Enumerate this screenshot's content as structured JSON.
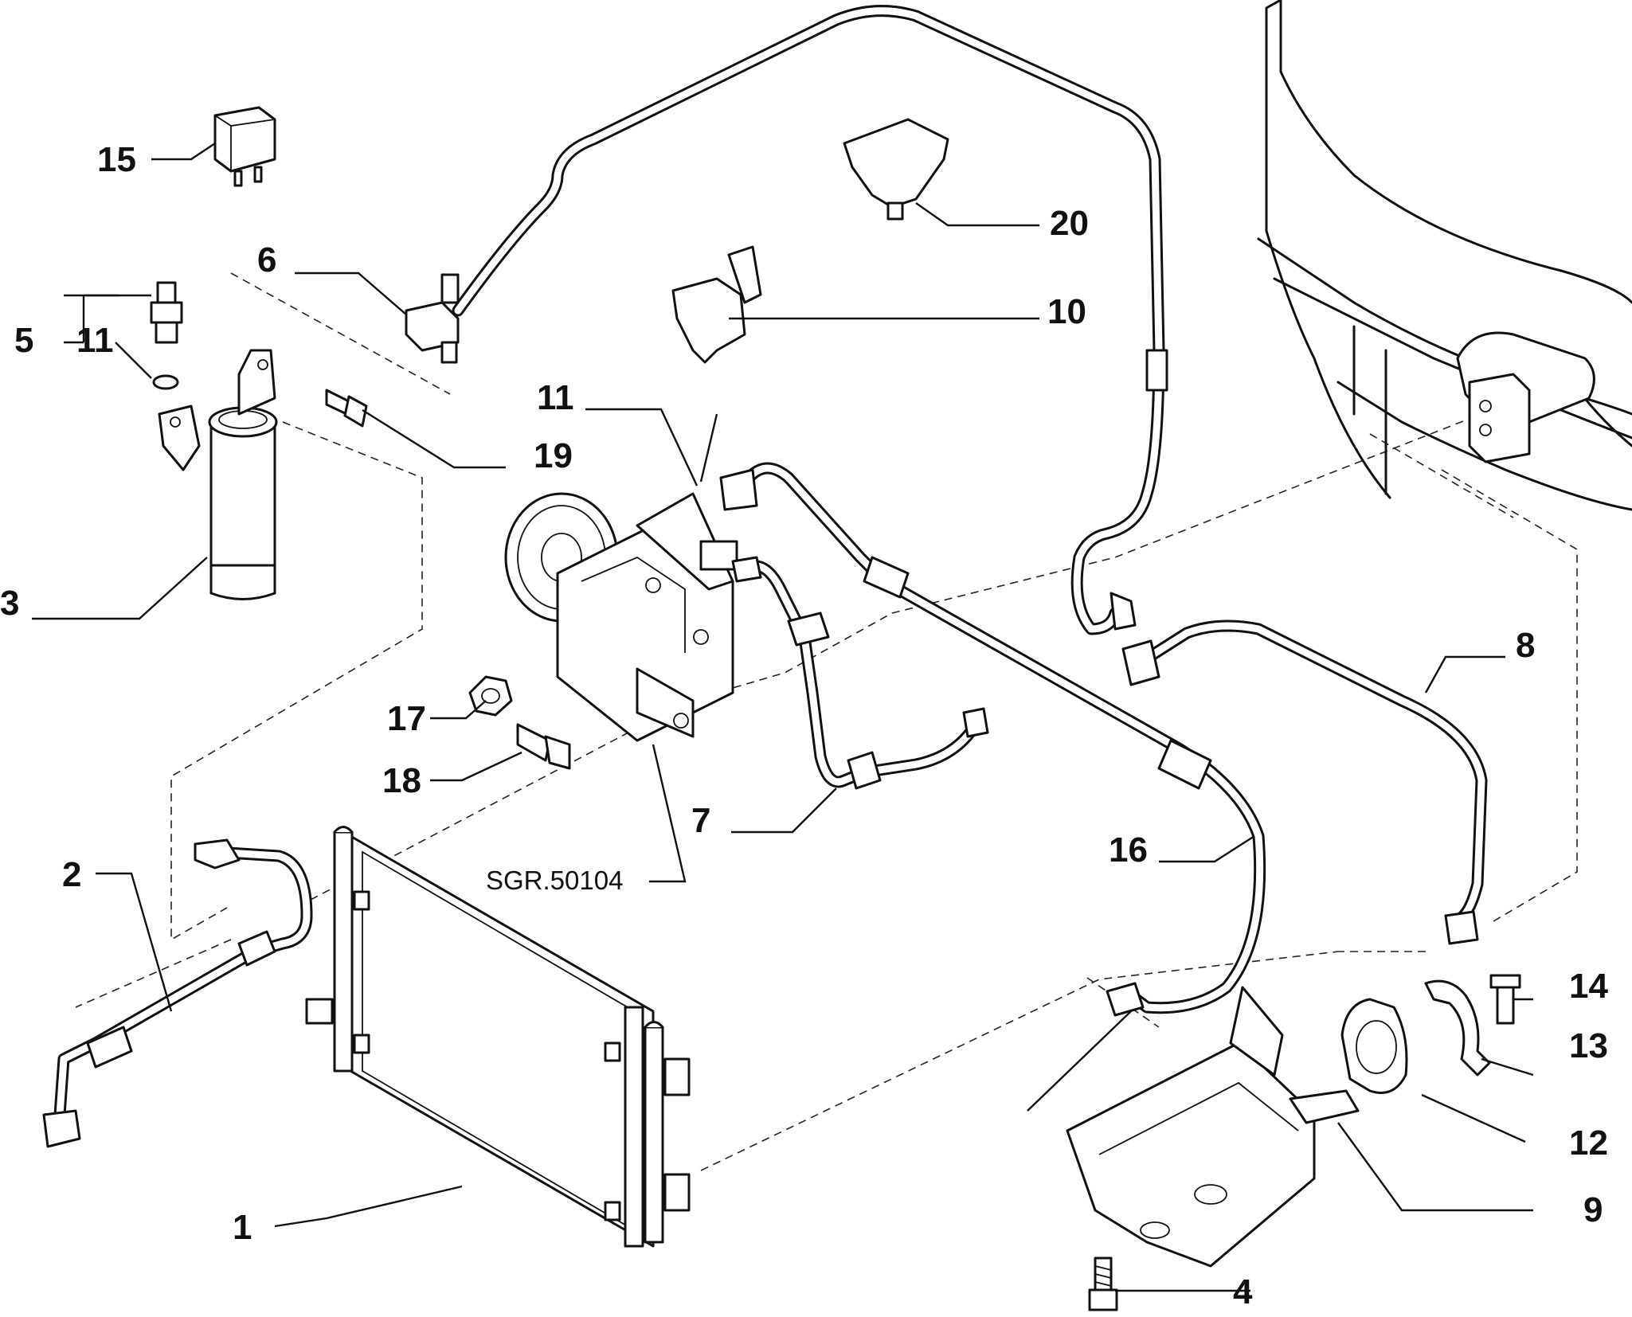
{
  "reference_code": "SGR.50104",
  "callouts": [
    {
      "id": "c1",
      "label": "1"
    },
    {
      "id": "c2",
      "label": "2"
    },
    {
      "id": "c3",
      "label": "3"
    },
    {
      "id": "c4",
      "label": "4"
    },
    {
      "id": "c5",
      "label": "5"
    },
    {
      "id": "c6",
      "label": "6"
    },
    {
      "id": "c7",
      "label": "7"
    },
    {
      "id": "c8",
      "label": "8"
    },
    {
      "id": "c9",
      "label": "9"
    },
    {
      "id": "c10",
      "label": "10"
    },
    {
      "id": "c11a",
      "label": "11"
    },
    {
      "id": "c11b",
      "label": "11"
    },
    {
      "id": "c12",
      "label": "12"
    },
    {
      "id": "c13",
      "label": "13"
    },
    {
      "id": "c14",
      "label": "14"
    },
    {
      "id": "c15",
      "label": "15"
    },
    {
      "id": "c16",
      "label": "16"
    },
    {
      "id": "c17",
      "label": "17"
    },
    {
      "id": "c18",
      "label": "18"
    },
    {
      "id": "c19",
      "label": "19"
    },
    {
      "id": "c20",
      "label": "20"
    }
  ]
}
